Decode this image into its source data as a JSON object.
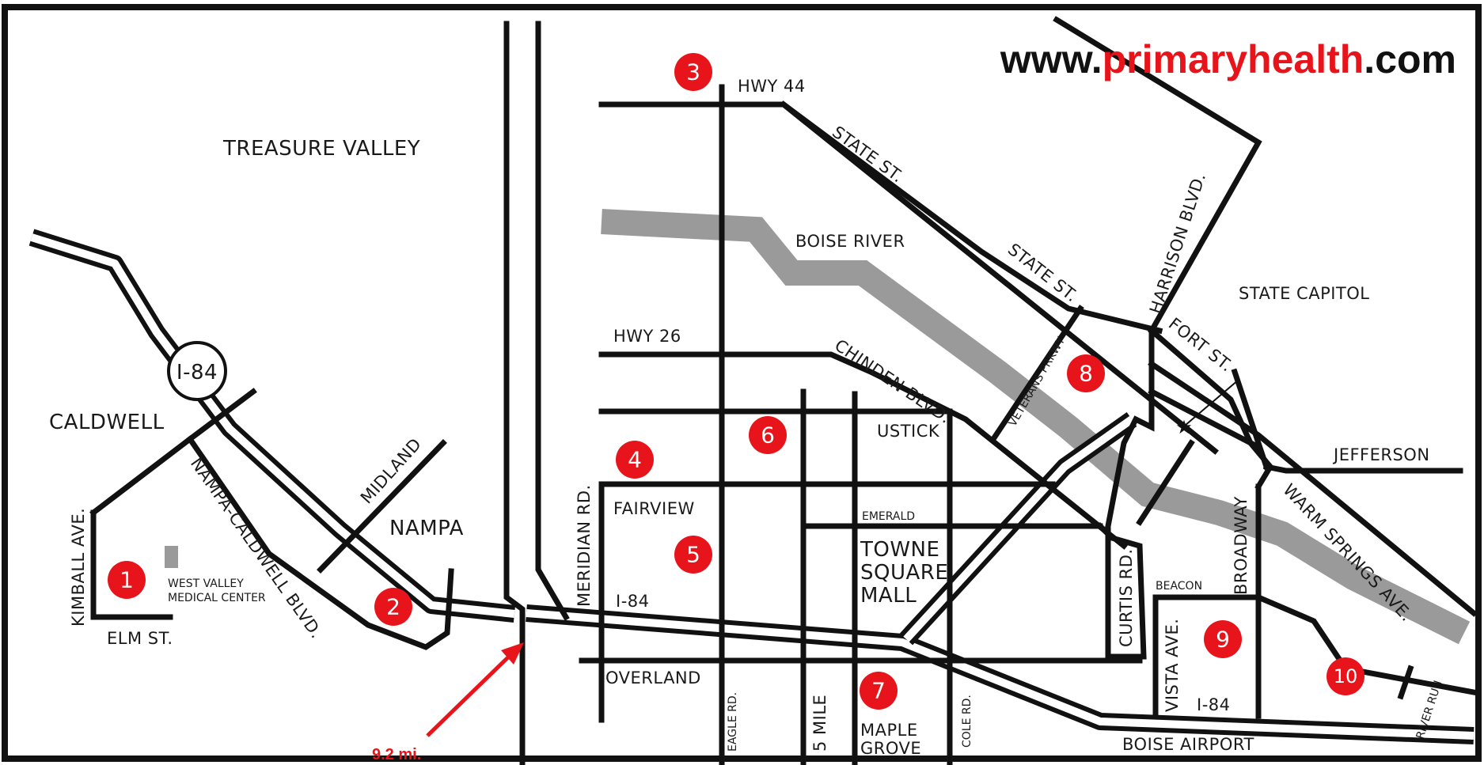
{
  "website": {
    "prefix": "www.",
    "brand": "primaryhealth",
    "suffix": ".com"
  },
  "colors": {
    "brand_red": "#e8141b",
    "road": "#111111",
    "river": "#9a9a9a"
  },
  "regions": {
    "treasure_valley": "TREASURE VALLEY",
    "caldwell": "CALDWELL",
    "nampa": "NAMPA"
  },
  "shield": {
    "label": "I-84"
  },
  "roads": {
    "kimball": "KIMBALL AVE.",
    "elm": "ELM ST.",
    "nampa_caldwell": "NAMPA-CALDWELL BLVD.",
    "midland": "MIDLAND",
    "meridian": "MERIDIAN RD.",
    "i84_west": "I-84",
    "i84_east": "I-84",
    "hwy44": "HWY 44",
    "hwy26": "HWY 26",
    "state_st_1": "STATE ST.",
    "state_st_2": "STATE ST.",
    "harrison": "HARRISON BLVD.",
    "fort": "FORT ST.",
    "veterans": "VETERANS PRKWY",
    "chinden": "CHINDEN BLVD.",
    "ustick": "USTICK",
    "fairview": "FAIRVIEW",
    "emerald": "EMERALD",
    "overland": "OVERLAND",
    "eagle": "EAGLE RD.",
    "five_mile": "5 MILE",
    "cole": "COLE RD.",
    "curtis": "CURTIS RD.",
    "vista": "VISTA AVE.",
    "broadway": "BROADWAY",
    "beacon": "BEACON",
    "jefferson": "JEFFERSON",
    "warm_springs": "WARM SPRINGS AVE.",
    "river_run": "RIVER RUN"
  },
  "features": {
    "boise_river": "BOISE RIVER",
    "state_capitol": "STATE CAPITOL",
    "west_valley_1": "WEST VALLEY",
    "west_valley_2": "MEDICAL CENTER",
    "towne_1": "TOWNE",
    "towne_2": "SQUARE",
    "towne_3": "MALL",
    "maple_1": "MAPLE",
    "maple_2": "GROVE",
    "boise_airport": "BOISE AIRPORT"
  },
  "distance": "9.2 mi.",
  "markers": [
    "1",
    "2",
    "3",
    "4",
    "5",
    "6",
    "7",
    "8",
    "9",
    "10"
  ]
}
